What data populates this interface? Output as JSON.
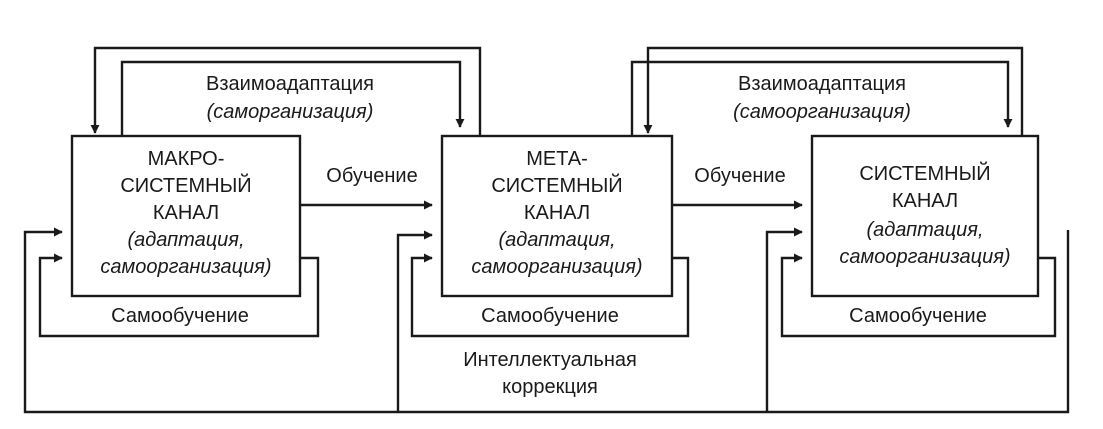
{
  "diagram": {
    "boxes": [
      {
        "id": "macro",
        "lines": [
          "МАКРО-",
          "СИСТЕМНЫЙ",
          "КАНАЛ"
        ],
        "sub": [
          "(адаптация,",
          "самоорганизация)"
        ]
      },
      {
        "id": "meta",
        "lines": [
          "МЕТА-",
          "СИСТЕМНЫЙ",
          "КАНАЛ"
        ],
        "sub": [
          "(адаптация,",
          "самоорганизация)"
        ]
      },
      {
        "id": "system",
        "lines": [
          "СИСТЕМНЫЙ",
          "КАНАЛ"
        ],
        "sub": [
          "(адаптация,",
          "самоорганизация)"
        ]
      }
    ],
    "mutual_adaptation": [
      {
        "title": "Взаимоадаптация",
        "sub": "(саморганизация)"
      },
      {
        "title": "Взаимоадаптация",
        "sub": "(самоорганизация)"
      }
    ],
    "learning": [
      "Обучение",
      "Обучение"
    ],
    "self_learning": [
      "Самообучение",
      "Самообучение",
      "Самообучение"
    ],
    "intellectual_correction": [
      "Интеллектуальная",
      "коррекция"
    ]
  }
}
